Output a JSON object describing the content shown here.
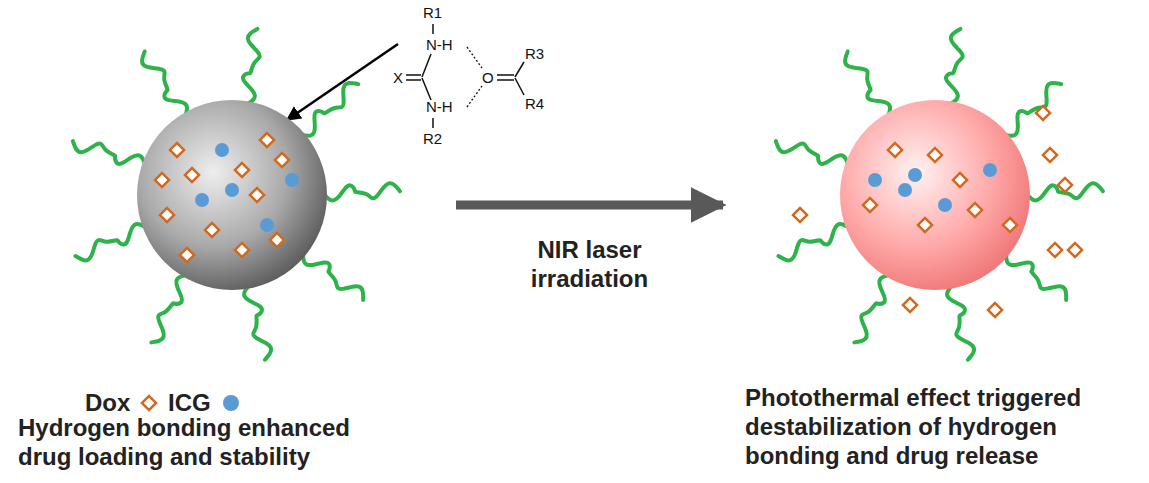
{
  "diagram": {
    "nodes": [
      {
        "text": [
          "Hydrogen bonding enhanced drug loading and stability"
        ]
      },
      {
        "text": [
          "Photothermal effect triggered destabilization of hydrogen bonding and drug release"
        ]
      }
    ],
    "edges": [
      {
        "from": 0,
        "to": 1,
        "arrow": "to",
        "label": "NIR laser irradiation"
      }
    ],
    "labels": [
      "R1",
      "N-H",
      "X",
      "N-H",
      "R2",
      "O",
      "R3",
      "R4"
    ],
    "legend": [
      {
        "text": "Dox"
      },
      {
        "text": "ICG",
        "color": "#5b9bd5"
      }
    ]
  }
}
